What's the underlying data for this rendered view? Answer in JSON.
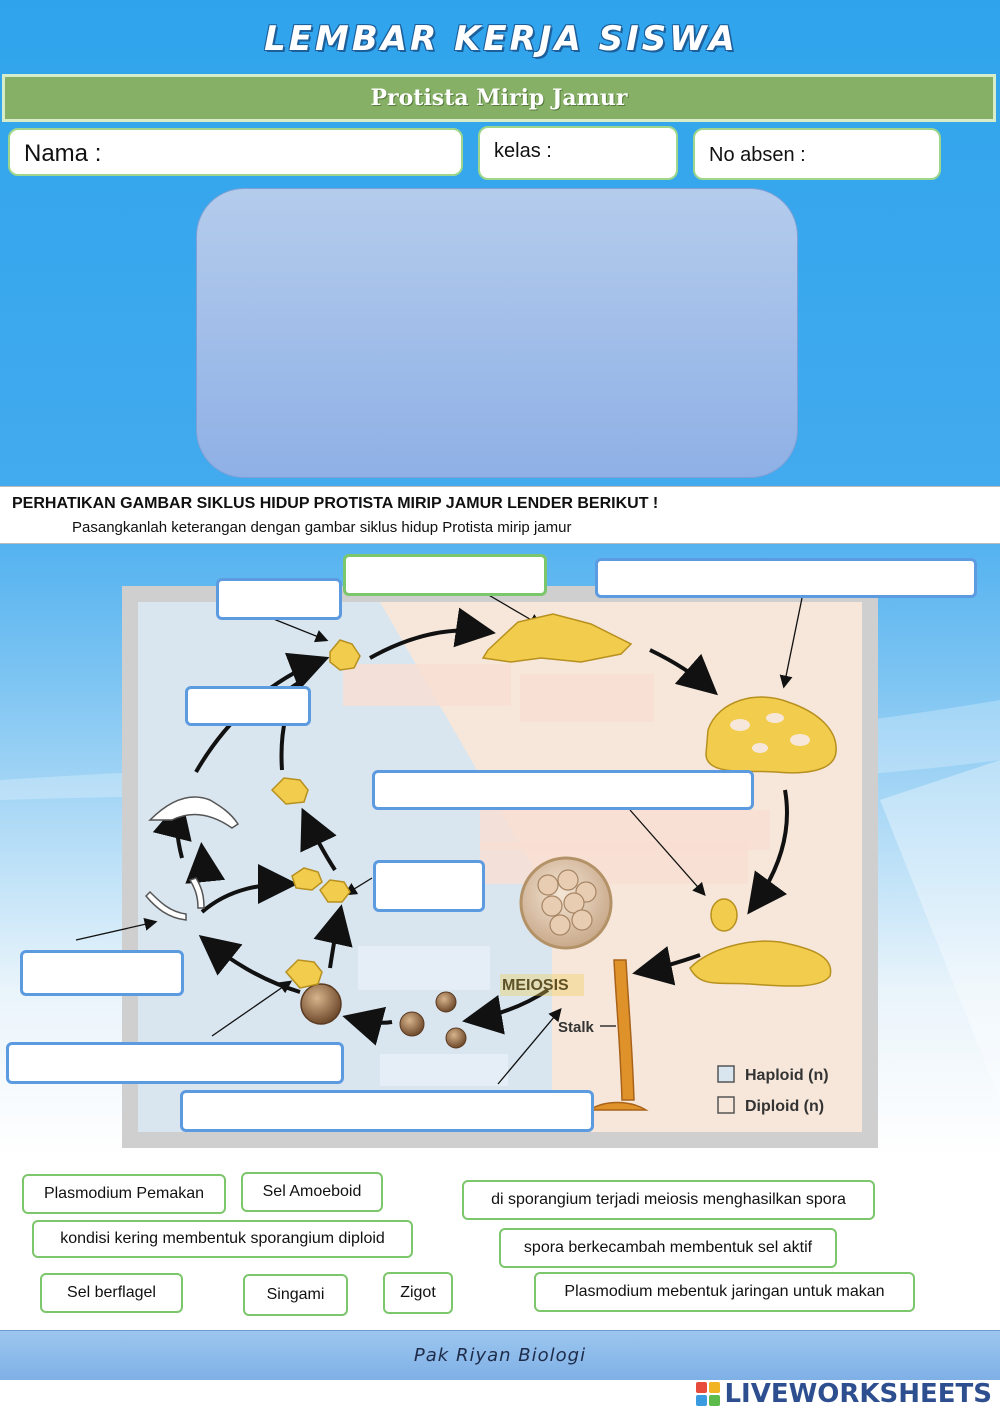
{
  "header": {
    "title": "LEMBAR KERJA SISWA",
    "subtitle": "Protista Mirip Jamur"
  },
  "fields": {
    "nama": "Nama :",
    "kelas": "kelas :",
    "absen": "No absen :"
  },
  "instructions": {
    "heading": "PERHATIKAN GAMBAR SIKLUS HIDUP PROTISTA MIRIP JAMUR LENDER BERIKUT !",
    "subtext": "Pasangkanlah keterangan dengan gambar siklus hidup Protista mirip jamur"
  },
  "diagram": {
    "meiosis_label": "MEIOSIS",
    "stalk_label": "Stalk",
    "legend": [
      "Haploid (n)",
      "Diploid (n)"
    ],
    "legend_colors": {
      "haploid": "#d9e6f0",
      "diploid": "#f6e7da"
    }
  },
  "answer_chips": [
    "Plasmodium Pemakan",
    "Sel  Amoeboid",
    "di sporangium terjadi meiosis menghasilkan spora",
    "kondisi kering membentuk sporangium diploid",
    "spora berkecambah membentuk sel aktif",
    "Sel berflagel",
    "Singami",
    "Zigot",
    "Plasmodium mebentuk jaringan untuk makan"
  ],
  "footer": {
    "author": "Pak Riyan Biologi",
    "brand": "LIVEWORKSHEETS"
  }
}
